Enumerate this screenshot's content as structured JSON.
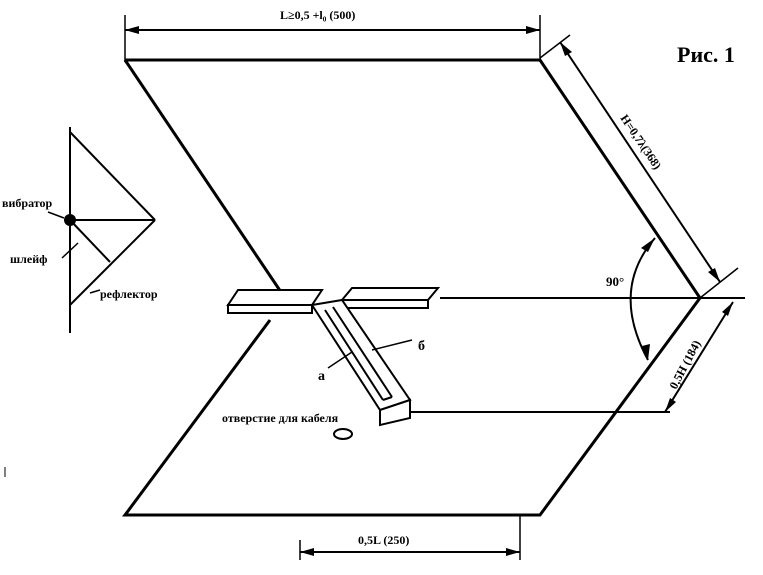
{
  "figure_label": "Рис. 1",
  "dimensions": {
    "top_width": "L≥0,5 +l₀ (500)",
    "side_height": "H=0,7λ(368)",
    "offset": "0,5H (184)",
    "bottom_width": "0,5L (250)"
  },
  "angle": "90°",
  "parts": {
    "a": "а",
    "b": "б",
    "cable_hole": "отверстие для кабеля"
  },
  "inset": {
    "vibrator": "вибратор",
    "loop": "шлейф",
    "reflector": "рефлектор"
  },
  "colors": {
    "ink": "#000000",
    "paper": "#ffffff"
  }
}
